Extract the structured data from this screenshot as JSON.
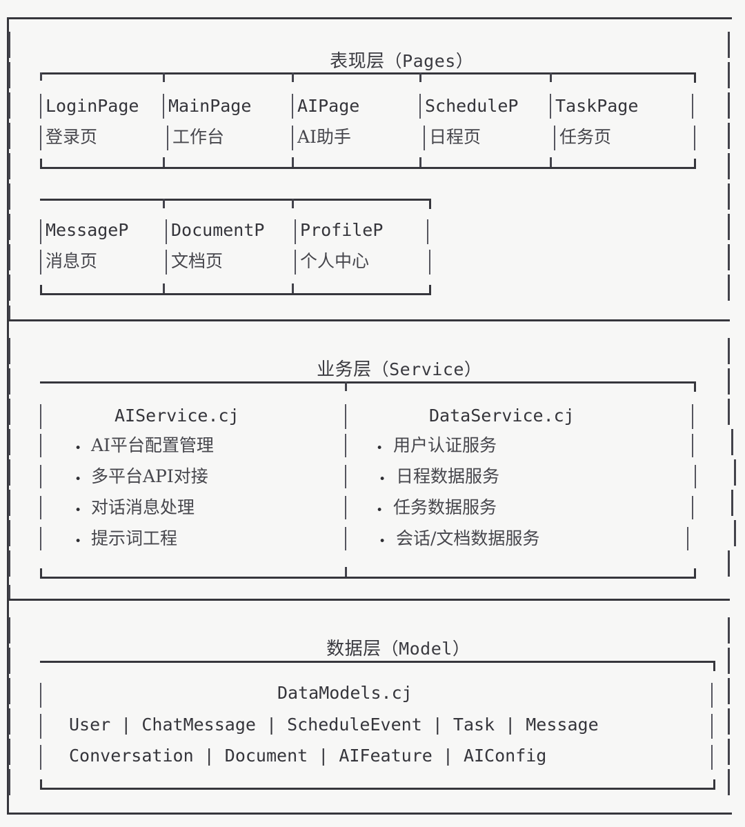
{
  "diagram": {
    "title_note": "Three-layer application architecture (ASCII box diagram)",
    "colors": {
      "background": "#f7f7f6",
      "line": "#36363c",
      "text": "#35353b",
      "cjk_text": "#46464c"
    },
    "separator_pipe": "|",
    "bullet_glyph": "•",
    "layers": [
      {
        "id": "pages",
        "title_cn": "表现层",
        "title_en": "（Pages）",
        "rows": [
          {
            "id": "pages-row-1",
            "cells": [
              {
                "code": "LoginPage",
                "label": "登录页"
              },
              {
                "code": "MainPage",
                "label": "工作台"
              },
              {
                "code": "AIPage",
                "label": "AI助手"
              },
              {
                "code": "ScheduleP",
                "label": "日程页"
              },
              {
                "code": "TaskPage",
                "label": "任务页"
              }
            ]
          },
          {
            "id": "pages-row-2",
            "cells": [
              {
                "code": "MessageP",
                "label": "消息页"
              },
              {
                "code": "DocumentP",
                "label": "文档页"
              },
              {
                "code": "ProfileP",
                "label": "个人中心"
              }
            ]
          }
        ]
      },
      {
        "id": "service",
        "title_cn": "业务层",
        "title_en": "（Service）",
        "columns": [
          {
            "id": "ai-service",
            "name": "AIService.cj",
            "items": [
              "AI平台配置管理",
              "多平台API对接",
              "对话消息处理",
              "提示词工程"
            ]
          },
          {
            "id": "data-service",
            "name": "DataService.cj",
            "items": [
              "用户认证服务",
              "日程数据服务",
              "任务数据服务",
              "会话/文档数据服务"
            ]
          }
        ]
      },
      {
        "id": "model",
        "title_cn": "数据层",
        "title_en": "（Model）",
        "box": {
          "id": "datamodels",
          "name": "DataModels.cj",
          "rows": [
            "User | ChatMessage | ScheduleEvent | Task | Message",
            "Conversation | Document | AIFeature | AIConfig"
          ],
          "entities_row1": [
            "User",
            "ChatMessage",
            "ScheduleEvent",
            "Task",
            "Message"
          ],
          "entities_row2": [
            "Conversation",
            "Document",
            "AIFeature",
            "AIConfig"
          ]
        }
      }
    ]
  }
}
